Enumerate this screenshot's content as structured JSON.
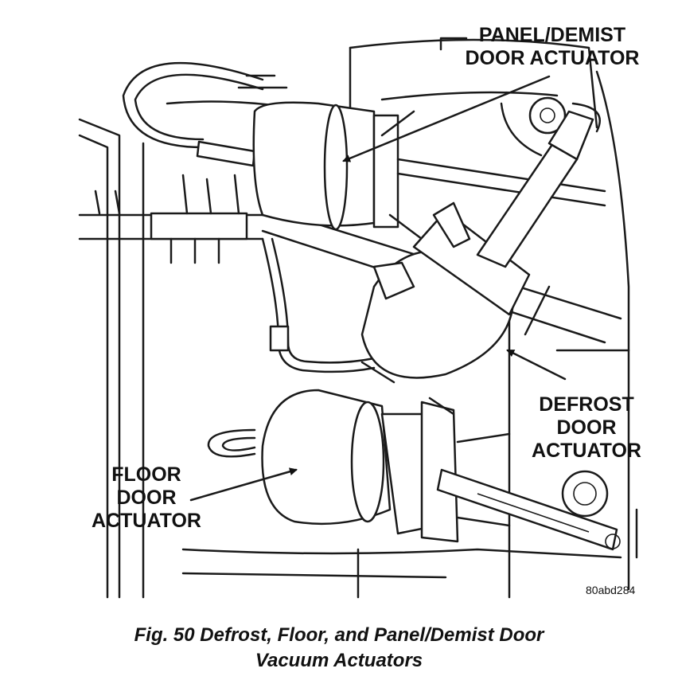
{
  "labels": {
    "panel_demist": {
      "line1": "PANEL/DEMIST",
      "line2": "DOOR ACTUATOR"
    },
    "defrost": {
      "line1": "DEFROST",
      "line2": "DOOR",
      "line3": "ACTUATOR"
    },
    "floor": {
      "line1": "FLOOR",
      "line2": "DOOR",
      "line3": "ACTUATOR"
    }
  },
  "reference_code": "80abd284",
  "caption": {
    "line1": "Fig. 50 Defrost, Floor, and Panel/Demist Door",
    "line2": "Vacuum Actuators"
  }
}
